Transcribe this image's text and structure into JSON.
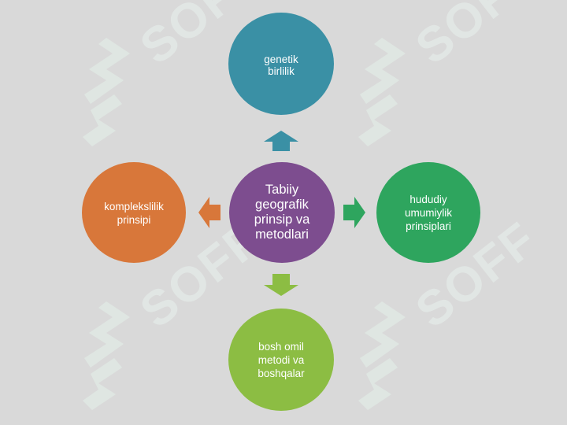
{
  "diagram": {
    "center": {
      "label_lines": [
        "Tabiiy",
        "geografik",
        "prinsip va",
        "metodlari"
      ]
    },
    "nodes": [
      {
        "position": "top",
        "label_lines": [
          "genetik",
          "birlilik"
        ],
        "color": "#3a90a5"
      },
      {
        "position": "left",
        "label_lines": [
          "komplekslilik",
          "prinsipi"
        ],
        "color": "#d8773a"
      },
      {
        "position": "right",
        "label_lines": [
          "hududiy",
          "umumiylik",
          "prinsiplari"
        ],
        "color": "#2ea55e"
      },
      {
        "position": "bottom",
        "label_lines": [
          "bosh omil",
          "metodi va",
          "boshqalar"
        ],
        "color": "#8cbd43"
      }
    ],
    "center_color": "#7d4d8f",
    "background": "#d9d9d9"
  },
  "watermark": {
    "text": "SOFF",
    "count": 4
  }
}
